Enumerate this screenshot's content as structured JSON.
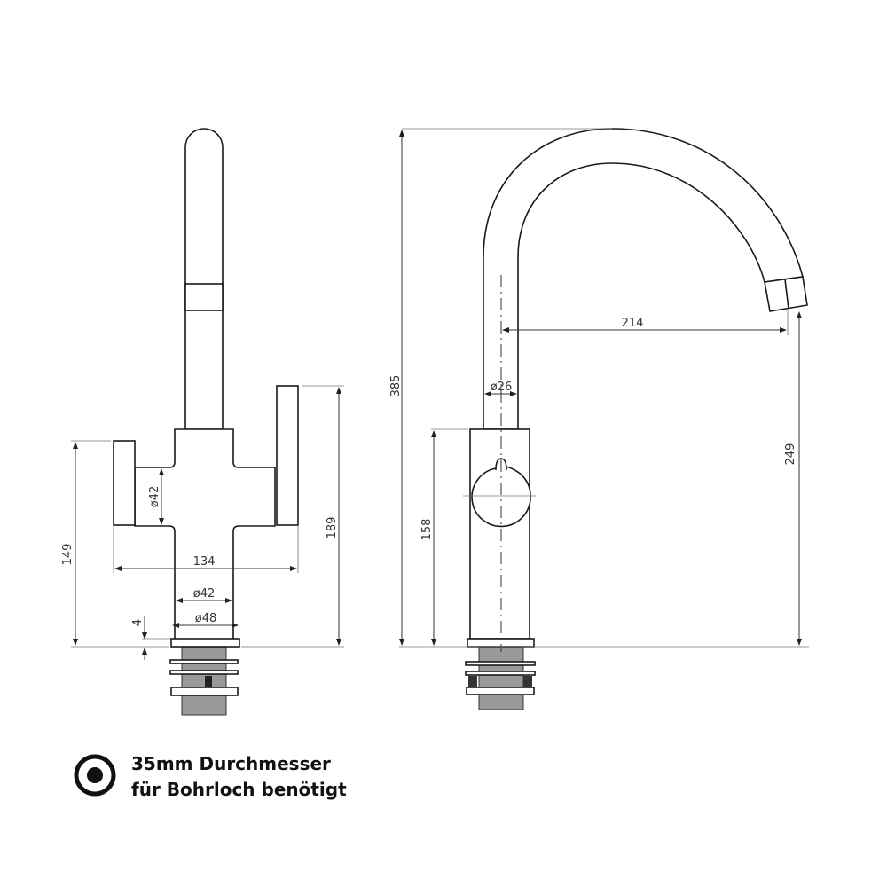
{
  "front_view": {
    "dimensions": {
      "height_handle_left": "149",
      "height_handle_right": "189",
      "handle_span": "134",
      "body_diameter_vertical": "ø42",
      "body_diameter": "ø42",
      "flange_diameter": "ø48",
      "flange_thickness": "4"
    }
  },
  "side_view": {
    "dimensions": {
      "total_height": "385",
      "spout_reach": "214",
      "spout_diameter": "ø26",
      "body_height": "158",
      "outlet_height": "249"
    }
  },
  "note": {
    "icon": "target-icon",
    "line1": "35mm Durchmesser",
    "line2": "für Bohrloch benötigt"
  }
}
